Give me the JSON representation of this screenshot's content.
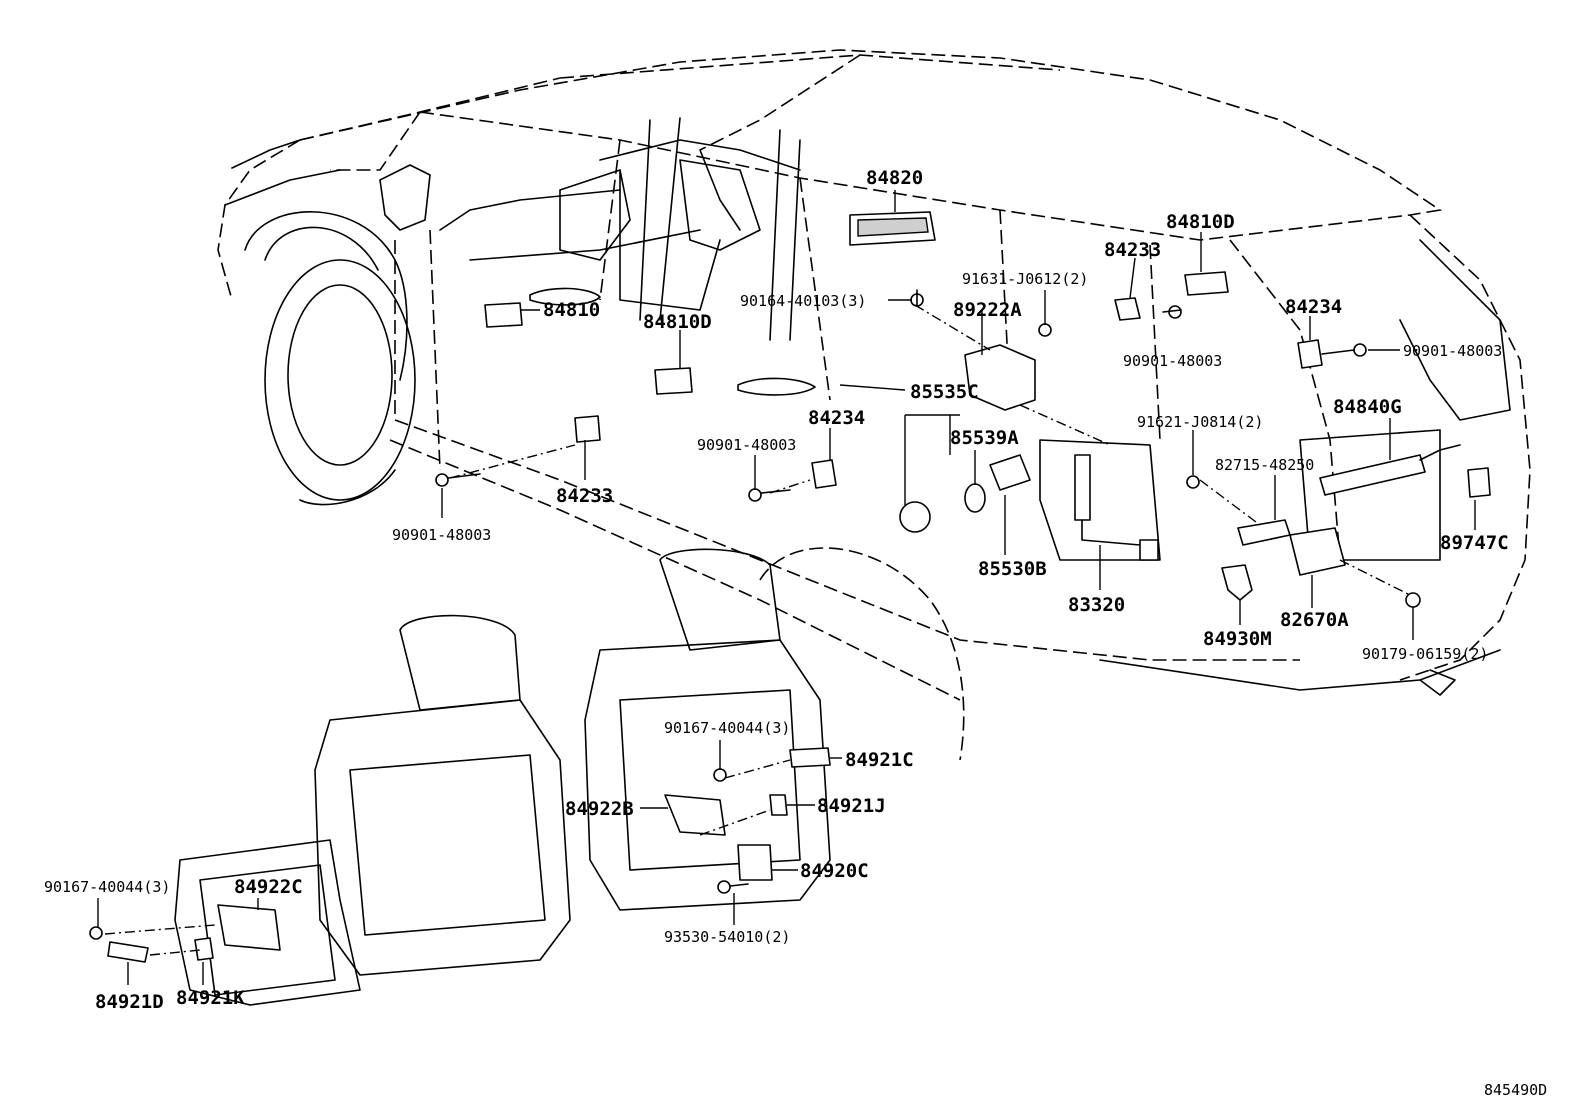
{
  "labels": {
    "p84820": "84820",
    "p84810d_rear": "84810D",
    "p84233_rear": "84233",
    "p91631": "91631-J0612(2)",
    "p89222a": "89222A",
    "p90164": "90164-40103(3)",
    "p84810": "84810",
    "p84810d_mid": "84810D",
    "p90901_rear": "90901-48003",
    "p84234_rear": "84234",
    "p90901_far": "90901-48003",
    "p85535c": "85535C",
    "p84234_mid": "84234",
    "p91621": "91621-J0814(2)",
    "p84840g": "84840G",
    "p85539a": "85539A",
    "p90901_mid": "90901-48003",
    "p82715": "82715-48250",
    "p84233_front": "84233",
    "p90901_front": "90901-48003",
    "p85530b": "85530B",
    "p89747c": "89747C",
    "p83320": "83320",
    "p82670a": "82670A",
    "p84930m": "84930M",
    "p90179": "90179-06159(2)",
    "p90167_mid": "90167-40044(3)",
    "p84921c": "84921C",
    "p84922b": "84922B",
    "p84921j": "84921J",
    "p84920c": "84920C",
    "p90167_left": "90167-40044(3)",
    "p84922c": "84922C",
    "p93530": "93530-54010(2)",
    "p84921d": "84921D",
    "p84921k": "84921K"
  },
  "figure_id": "845490D"
}
